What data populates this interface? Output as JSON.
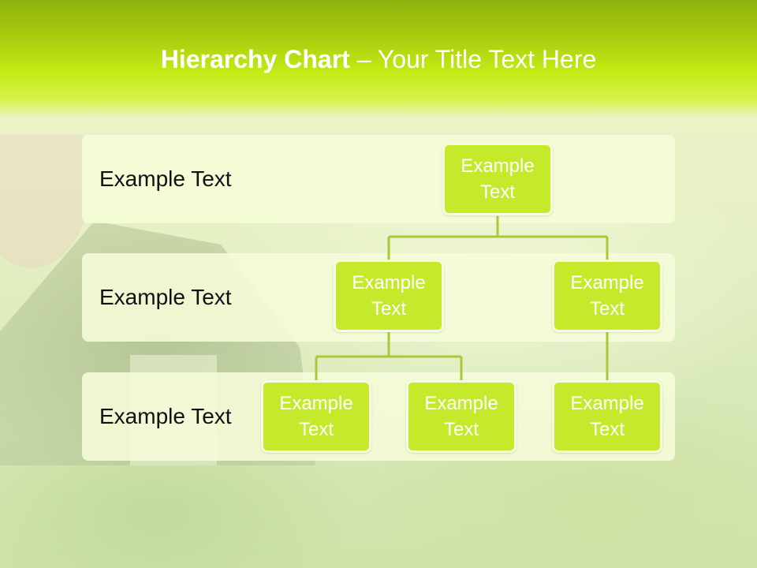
{
  "title": {
    "bold": "Hierarchy Chart",
    "rest": " – Your Title Text Here"
  },
  "levels": [
    {
      "label": "Example Text"
    },
    {
      "label": "Example Text"
    },
    {
      "label": "Example Text"
    }
  ],
  "nodes": [
    {
      "text": "Example\nText"
    },
    {
      "text": "Example\nText"
    },
    {
      "text": "Example\nText"
    },
    {
      "text": "Example\nText"
    },
    {
      "text": "Example\nText"
    },
    {
      "text": "Example\nText"
    }
  ],
  "colors": {
    "header": "#c4ec16",
    "node_fill": "#c5e92b",
    "node_border": "#f6fbe2",
    "connector": "#a9c93a",
    "band": "#f6fcda"
  }
}
